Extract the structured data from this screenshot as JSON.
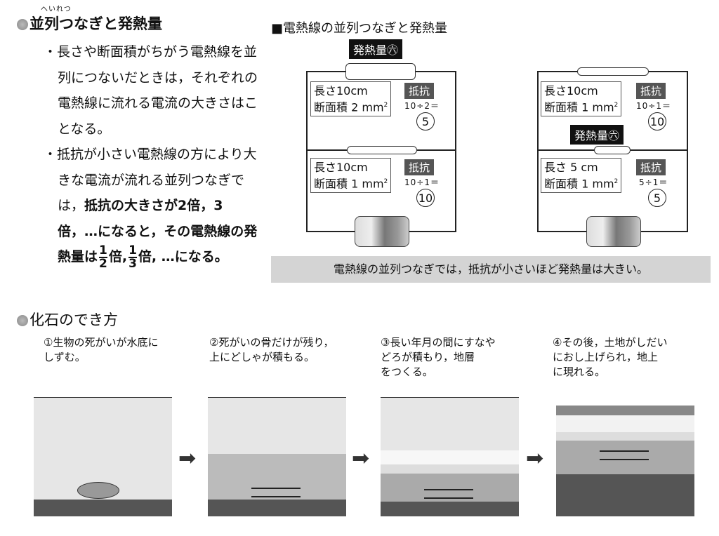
{
  "section1": {
    "ruby": "へいれつ",
    "title": "並列つなぎと発熱量",
    "bullets": [
      "・長さや断面積がちがう電熱線を並列につないだときは，それぞれの電熱線に流れる電流の大きさはことなる。"
    ],
    "bullet2_plain": "・抵抗が小さい電熱線の方により大きな電流が流れる並列つなぎでは，",
    "bullet2_bold": "抵抗の大きさが2倍，3倍，…になると，その電熱線の発熱量は",
    "frac1_num": "1",
    "frac1_den": "2",
    "mid": "倍,",
    "frac2_num": "1",
    "frac2_den": "3",
    "end": "倍, …になる。"
  },
  "diagram": {
    "title": "■電熱線の並列つなぎと発熱量",
    "badge": "発熱量㊅",
    "resist_label": "抵抗",
    "left": {
      "top": {
        "length": "長さ10cm",
        "area": "断面積 2 mm",
        "formula": "10÷2＝",
        "value": "5"
      },
      "bottom": {
        "length": "長さ10cm",
        "area": "断面積 1 mm",
        "formula": "10÷1＝",
        "value": "10"
      }
    },
    "right": {
      "top": {
        "length": "長さ10cm",
        "area": "断面積 1 mm",
        "formula": "10÷1＝",
        "value": "10"
      },
      "bottom": {
        "length": "長さ 5 cm",
        "area": "断面積 1 mm",
        "formula": "5÷1＝",
        "value": "5"
      }
    },
    "sup": "2",
    "summary": "電熱線の並列つなぎでは，抵抗が小さいほど発熱量は大きい。"
  },
  "section2": {
    "title": "化石のでき方",
    "steps": [
      "①生物の死がいが水底に\nしずむ。",
      "②死がいの骨だけが残り，\n上にどしゃが積もる。",
      "③長い年月の間にすなや\nどろが積もり，地層\nをつくる。",
      "④その後，土地がしだい\nにおし上げられ，地上\nに現れる。"
    ],
    "arrow": "➡"
  }
}
